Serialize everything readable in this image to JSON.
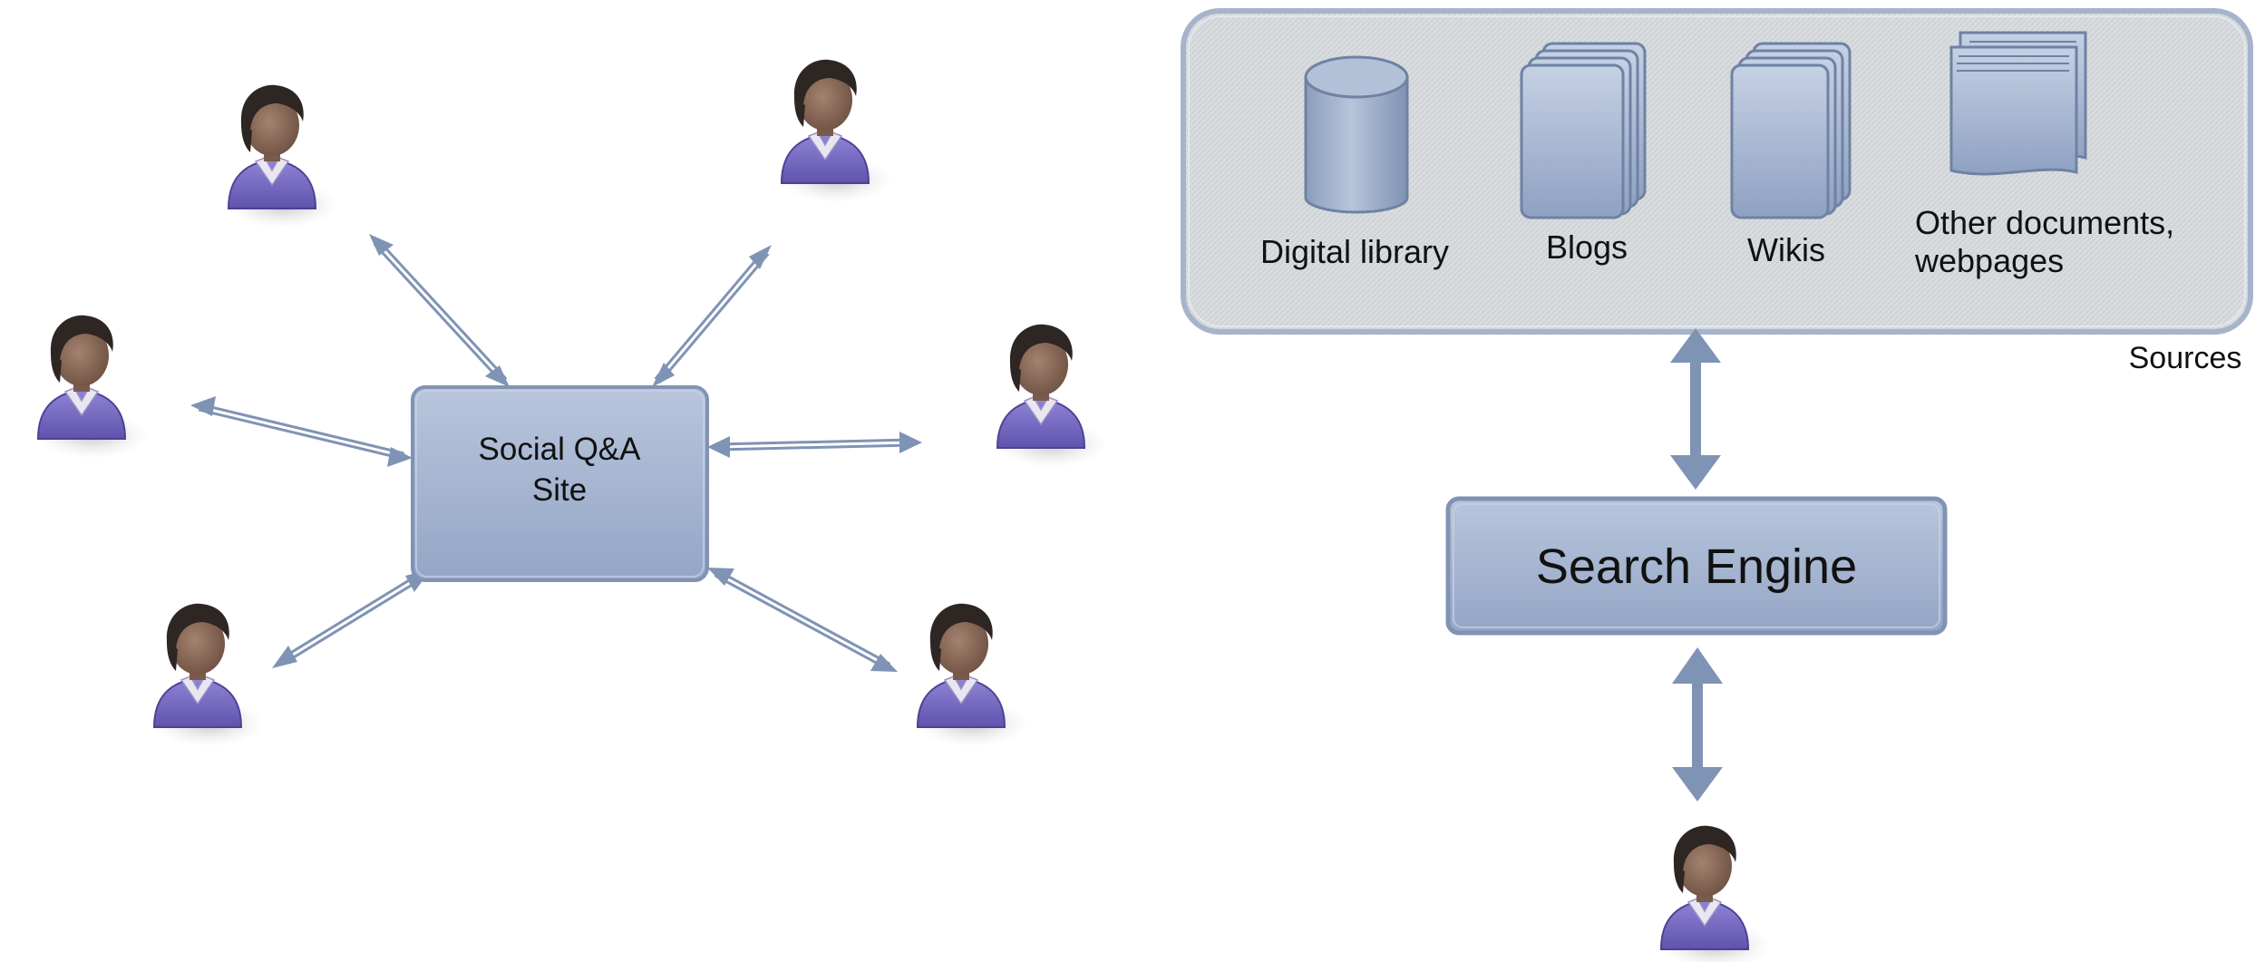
{
  "left_diagram": {
    "center_node": {
      "line1": "Social Q&A",
      "line2": "Site"
    }
  },
  "right_diagram": {
    "sources": {
      "items": [
        {
          "label": "Digital library",
          "icon": "database-cylinder-icon"
        },
        {
          "label": "Blogs",
          "icon": "document-stack-icon"
        },
        {
          "label": "Wikis",
          "icon": "document-stack-icon"
        },
        {
          "label_line1": "Other documents,",
          "label_line2": "webpages",
          "icon": "pages-stack-icon"
        }
      ],
      "caption": "Sources"
    },
    "search_engine": {
      "label": "Search Engine"
    }
  },
  "colors": {
    "node_fill": "#a3b3cf",
    "node_stroke": "#7d8fb0",
    "panel_fill": "#d7dbe0",
    "panel_stroke": "#a6b4cb",
    "arrow": "#7f93b4",
    "person_shirt": "#7c6fc6",
    "person_hair": "#2e2623",
    "person_skin": "#8c6d5c"
  }
}
